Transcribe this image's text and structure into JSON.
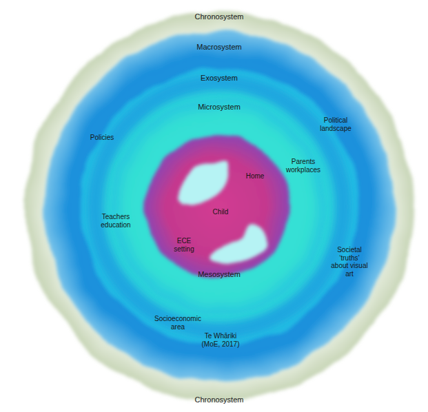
{
  "diagram": {
    "nodes": [
      {
        "text": [
          "Chronosystem",
          "Chronosystem"
        ]
      },
      {
        "text": [
          "Macrosystem"
        ],
        "in": 0
      },
      {
        "text": [
          "Exosystem"
        ],
        "in": 1
      },
      {
        "text": [
          "Microsystem"
        ],
        "in": 2
      },
      {
        "text": [
          "Mesosystem"
        ],
        "in": 3
      }
    ],
    "labels": [
      "Political landscape",
      "Policies",
      "Parents workplaces",
      "Home",
      "Child",
      "ECE setting",
      "Teachers education",
      "Societal ‘truths’ about visual art",
      "Socioeconomic area",
      "Te Whāriki (MoE, 2017)"
    ]
  }
}
